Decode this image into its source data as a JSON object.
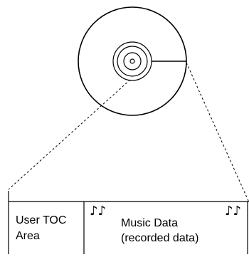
{
  "diagram": {
    "user_toc_area": {
      "line1": "User TOC",
      "line2": "Area"
    },
    "music_data": {
      "line1": "Music Data",
      "line2": "(recorded data)"
    },
    "note_glyph": "♪♪",
    "colors": {
      "ink": "#000000",
      "background": "#ffffff"
    }
  }
}
